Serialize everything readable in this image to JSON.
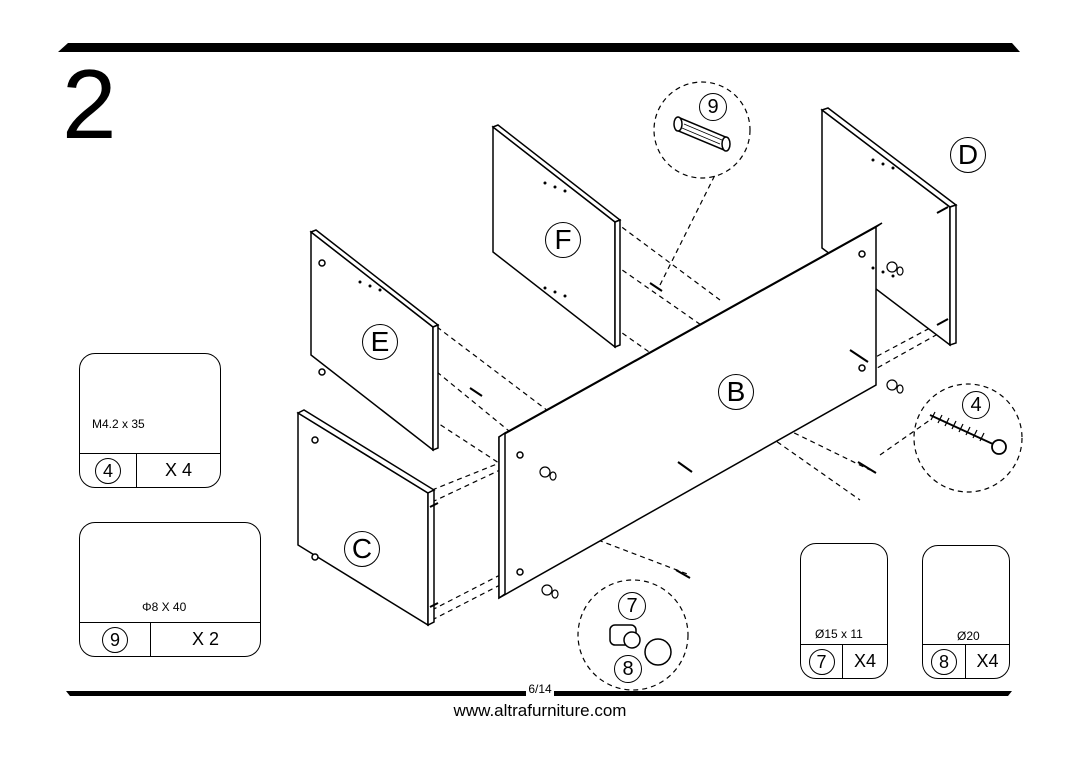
{
  "step_number": "2",
  "panels": {
    "B": "B",
    "C": "C",
    "D": "D",
    "E": "E",
    "F": "F"
  },
  "callouts": {
    "dowel": "9",
    "screw": "4",
    "cam_lock": "7",
    "cam_cover": "8"
  },
  "parts": [
    {
      "id": "4",
      "spec": "M4.2 x 35",
      "qty": "X 4",
      "icon": "screw-icon"
    },
    {
      "id": "9",
      "spec": "Φ8 X 40",
      "qty": "X 2",
      "icon": "dowel-icon"
    },
    {
      "id": "7",
      "spec": "Ø15 x 11",
      "qty": "X4",
      "icon": "cam-lock-icon"
    },
    {
      "id": "8",
      "spec": "Ø20",
      "qty": "X4",
      "icon": "cover-cap-icon"
    }
  ],
  "footer": {
    "page": "6/14",
    "website": "www.altrafurniture.com"
  }
}
